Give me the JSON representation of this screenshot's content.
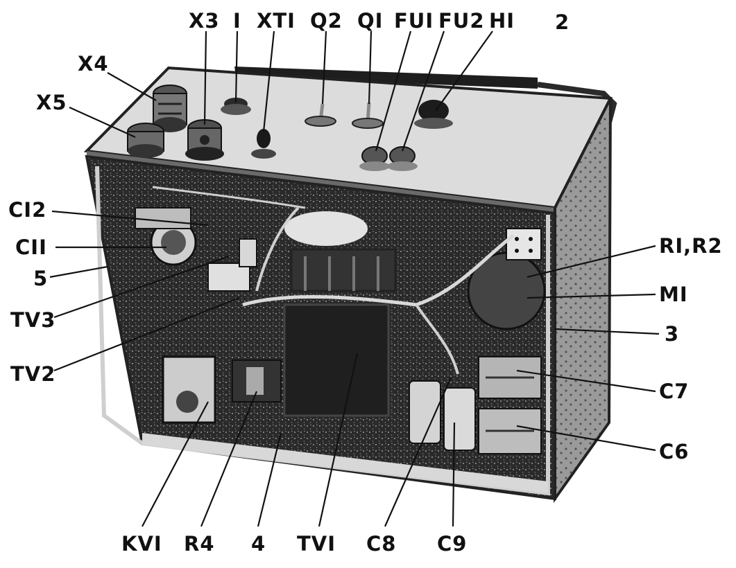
{
  "labels": {
    "top": [
      "X3",
      "I",
      "XTI",
      "Q2",
      "QI",
      "FUI",
      "FU2",
      "HI",
      "2"
    ],
    "x4": "X4",
    "x5": "X5",
    "left": [
      "CI2",
      "CII",
      "5",
      "TV3",
      "TV2"
    ],
    "right": [
      "RI,R2",
      "MI",
      "3",
      "C7",
      "C6"
    ],
    "bottom": [
      "KVI",
      "R4",
      "4",
      "TVI",
      "C8",
      "C9"
    ]
  }
}
